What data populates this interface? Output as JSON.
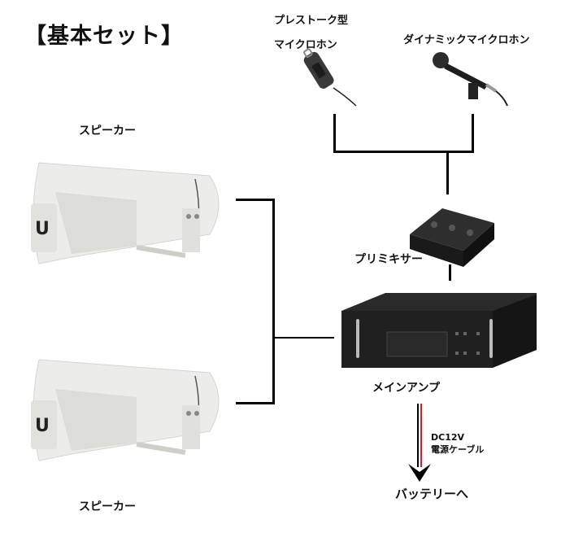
{
  "title": "【基本セット】",
  "components": {
    "press_talk_mic": {
      "label_line1": "プレストーク型",
      "label_line2": "マイクロホン"
    },
    "dynamic_mic": {
      "label": "ダイナミックマイクロホン"
    },
    "speaker_top": {
      "label": "スピーカー",
      "badge": "U"
    },
    "speaker_bottom": {
      "label": "スピーカー",
      "badge": "U"
    },
    "premixer": {
      "label": "プリミキサー"
    },
    "main_amp": {
      "label": "メインアンプ"
    },
    "cable": {
      "label_line1": "DC12V",
      "label_line2": "電源ケーブル"
    },
    "battery": {
      "label": "バッテリーへ"
    }
  },
  "colors": {
    "line": "#000000",
    "cable_red": "#d0212a",
    "device_dark": "#2a2a2a",
    "speaker_body": "#e9e9e4"
  }
}
